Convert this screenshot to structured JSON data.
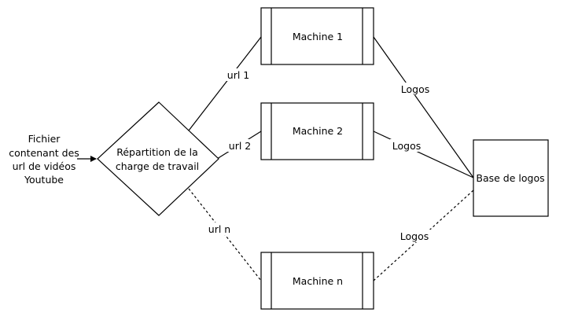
{
  "input": {
    "lines": [
      "Fichier",
      "contenant des",
      "url de vidéos",
      "Youtube"
    ]
  },
  "dispatcher": {
    "lines": [
      "Répartition de la",
      "charge de travail"
    ]
  },
  "machines": [
    {
      "label": "Machine 1"
    },
    {
      "label": "Machine 2"
    },
    {
      "label": "Machine n"
    }
  ],
  "database": {
    "label": "Base de logos"
  },
  "edges": {
    "url_1": "url 1",
    "url_2": "url 2",
    "url_n": "url n",
    "logos_1": "Logos",
    "logos_2": "Logos",
    "logos_n": "Logos"
  }
}
